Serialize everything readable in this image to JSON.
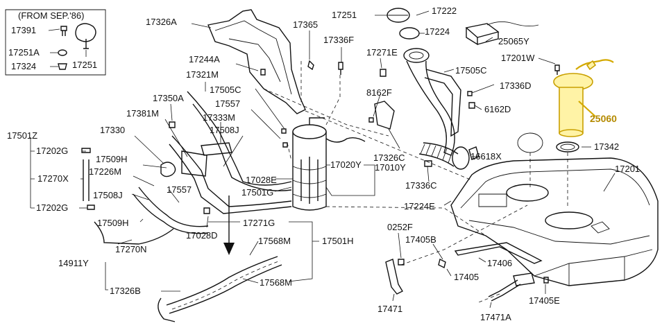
{
  "diagram": {
    "inset_title": "(FROM SEP.'86)",
    "labels": {
      "l17391": "17391",
      "l17251A": "17251A",
      "l17324": "17324",
      "l17251_inset": "17251",
      "l17326A": "17326A",
      "l17365": "17365",
      "l17251": "17251",
      "l17222": "17222",
      "l17224": "17224",
      "l25065Y": "25065Y",
      "l17336F": "17336F",
      "l17271E": "17271E",
      "l17244A": "17244A",
      "l17201W": "17201W",
      "l17321M": "17321M",
      "l17505C_a": "17505C",
      "l17505C_b": "17505C",
      "l17336D": "17336D",
      "l17350A": "17350A",
      "l17557_a": "17557",
      "l8162F": "8162F",
      "l6162D": "6162D",
      "l17381M": "17381M",
      "l17333M": "17333M",
      "l25060": "25060",
      "l17330": "17330",
      "l17508J_a": "17508J",
      "l17501Z": "17501Z",
      "l17202G_a": "17202G",
      "l17342": "17342",
      "l17509H_a": "17509H",
      "l17326C": "17326C",
      "l17226M": "17226M",
      "l16618X": "16618X",
      "l17020Y": "17020Y",
      "l17010Y": "17010Y",
      "l17201": "17201",
      "l17270X": "17270X",
      "l17028E": "17028E",
      "l17557_b": "17557",
      "l17501G": "17501G",
      "l17336C": "17336C",
      "l17508J_b": "17508J",
      "l17224E": "17224E",
      "l17202G_b": "17202G",
      "l17509H_b": "17509H",
      "l17271G": "17271G",
      "l0252F": "0252F",
      "l17028D": "17028D",
      "l17405B": "17405B",
      "l17568M_a": "17568M",
      "l17501H": "17501H",
      "l17270N": "17270N",
      "l17406": "17406",
      "l14911Y": "14911Y",
      "l17405": "17405",
      "l17568M_b": "17568M",
      "l17326B": "17326B",
      "l17405E": "17405E",
      "l17471": "17471",
      "l17471A": "17471A"
    }
  },
  "colors": {
    "line": "#111111",
    "highlight_stroke": "#c9a000",
    "highlight_fill": "#fff3a6",
    "highlight_text": "#b48a00"
  }
}
